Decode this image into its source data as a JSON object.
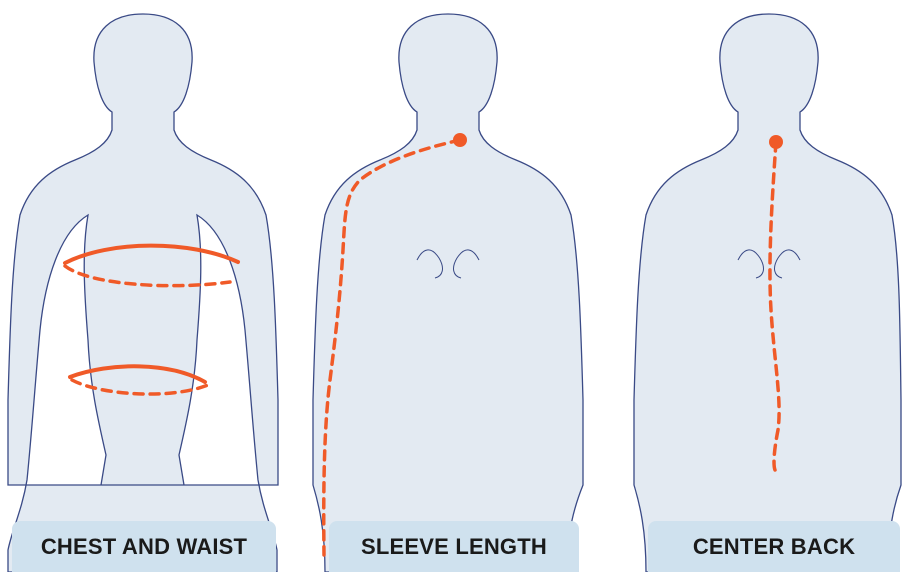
{
  "labels": {
    "chest_waist": "CHEST AND WAIST",
    "sleeve": "SLEEVE LENGTH",
    "center_back": "CENTER BACK"
  },
  "colors": {
    "body_fill": "#e3eaf2",
    "body_outline": "#3a4a86",
    "measure": "#f05a28",
    "label_bg": "#cfe1ee"
  }
}
